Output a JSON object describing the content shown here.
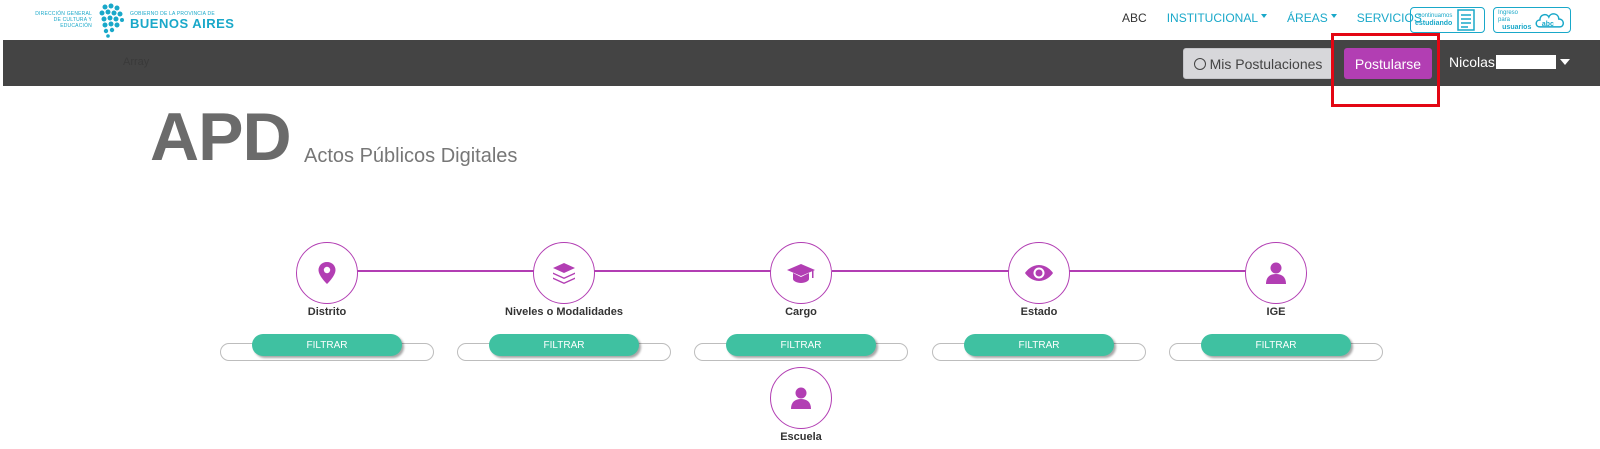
{
  "header": {
    "logo_dgce": "DIRECCIÓN GENERAL DE CULTURA Y EDUCACIÓN",
    "logo_gov_small": "GOBIERNO DE LA PROVINCIA DE",
    "logo_gov_big": "BUENOS AIRES",
    "nav": {
      "abc": "ABC",
      "institucional": "INSTITUCIONAL",
      "areas": "ÁREAS",
      "servicios": "SERVICIOS"
    },
    "badge1": {
      "line1": "continuamos",
      "line2": "estudiando"
    },
    "badge2": {
      "line1": "Ingreso para",
      "line2": "usuarios"
    }
  },
  "toolbar": {
    "array_label": "Array",
    "mis_postulaciones": "Mis Postulaciones",
    "postularse": "Postularse",
    "user_name": "Nicolas"
  },
  "title": {
    "main": "APD",
    "subtitle": "Actos Públicos Digitales"
  },
  "steps": [
    {
      "label": "Distrito",
      "icon": "map-marker-icon",
      "filter": "FILTRAR"
    },
    {
      "label": "Niveles o Modalidades",
      "icon": "layers-icon",
      "filter": "FILTRAR"
    },
    {
      "label": "Cargo",
      "icon": "graduation-cap-icon",
      "filter": "FILTRAR"
    },
    {
      "label": "Estado",
      "icon": "eye-icon",
      "filter": "FILTRAR"
    },
    {
      "label": "IGE",
      "icon": "user-icon",
      "filter": "FILTRAR"
    },
    {
      "label": "Escuela",
      "icon": "user-icon"
    }
  ],
  "colors": {
    "accent": "#b23eb3",
    "filter": "#3fc1a1",
    "brand": "#19a8c9",
    "bar": "#444444",
    "highlight": "#e30613"
  }
}
